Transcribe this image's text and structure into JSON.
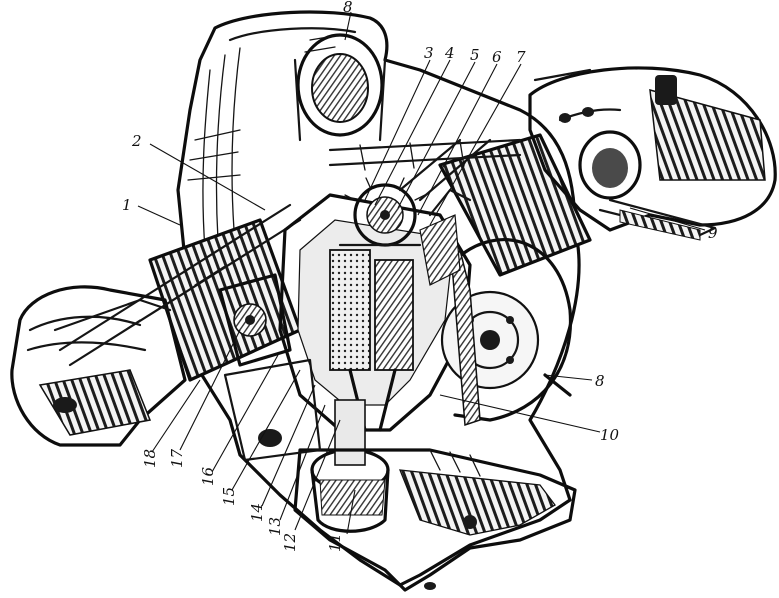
{
  "figure": {
    "type": "engine-cutaway-illustration",
    "callouts": [
      "1",
      "2",
      "3",
      "4",
      "5",
      "6",
      "7",
      "8",
      "9",
      "10",
      "11",
      "12",
      "13",
      "14",
      "15",
      "16",
      "17",
      "18"
    ]
  }
}
